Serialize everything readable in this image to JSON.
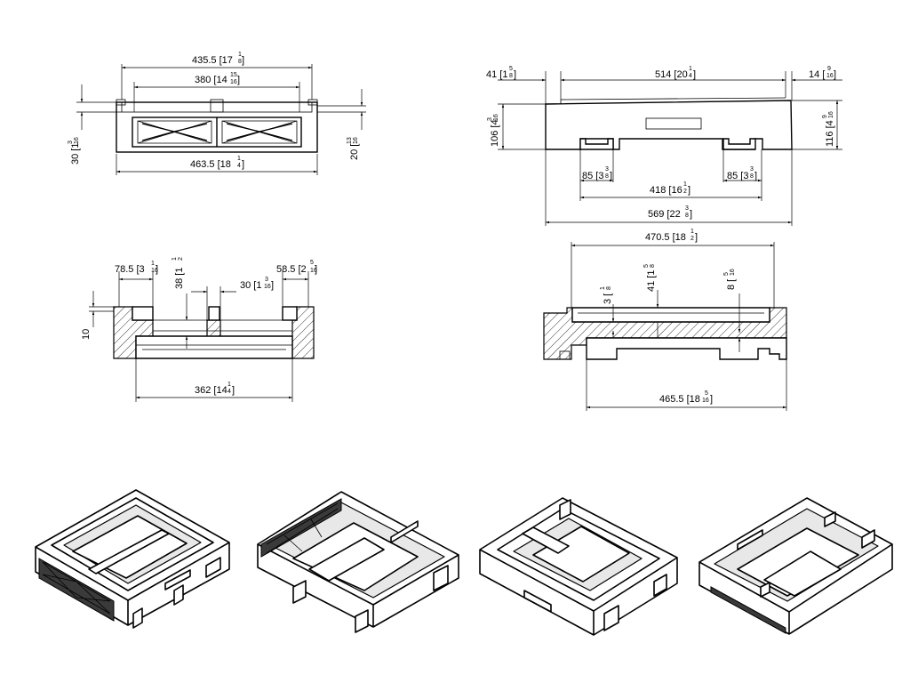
{
  "drawing": {
    "top_view": {
      "overall_width": "435.5 [17",
      "overall_width_frac": [
        "1",
        "8"
      ],
      "inner_width": "380 [14",
      "inner_width_frac": [
        "15",
        "16"
      ],
      "left_height": "30 [1",
      "left_height_frac": [
        "3",
        "16"
      ],
      "right_height": "20 [",
      "right_height_frac": [
        "13",
        "16"
      ],
      "base_width": "463.5 [18",
      "base_width_frac": [
        "1",
        "4"
      ]
    },
    "front_view": {
      "left_offset": "41 [1",
      "left_offset_frac": [
        "5",
        "8"
      ],
      "top_width": "514 [20",
      "top_width_frac": [
        "1",
        "4"
      ],
      "right_offset": "14 [",
      "right_offset_frac": [
        "9",
        "16"
      ],
      "left_height": "106 [4",
      "left_height_frac": [
        "3",
        "16"
      ],
      "right_height": "116 [4",
      "right_height_frac": [
        "9",
        "16"
      ],
      "left_foot": "85 [3",
      "left_foot_frac": [
        "3",
        "8"
      ],
      "right_foot": "85 [3",
      "right_foot_frac": [
        "3",
        "8"
      ],
      "foot_span": "418 [16",
      "foot_span_frac": [
        "1",
        "2"
      ],
      "overall_length": "569 [22",
      "overall_length_frac": [
        "3",
        "8"
      ]
    },
    "section_a": {
      "left_wall": "78.5 [3",
      "left_wall_frac": [
        "1",
        "16"
      ],
      "depth": "38 [1",
      "depth_frac": [
        "1",
        "2"
      ],
      "rib": "30 [1",
      "rib_frac": [
        "3",
        "16"
      ],
      "right_wall": "58.5 [2",
      "right_wall_frac": [
        "5",
        "16"
      ],
      "lip": "10",
      "inner_span": "362 [14",
      "inner_span_frac": [
        "1",
        "4"
      ]
    },
    "section_b": {
      "top_span": "470.5 [18",
      "top_span_frac": [
        "1",
        "2"
      ],
      "lip": "3 [",
      "lip_frac": [
        "1",
        "8"
      ],
      "depth": "41 [1",
      "depth_frac": [
        "5",
        "8"
      ],
      "floor": "8 [",
      "floor_frac": [
        "5",
        "16"
      ],
      "bottom_span": "465.5 [18",
      "bottom_span_frac": [
        "5",
        "16"
      ]
    }
  },
  "colors": {
    "line": "#000000",
    "background": "#ffffff",
    "shade": "#3a3a3a"
  }
}
